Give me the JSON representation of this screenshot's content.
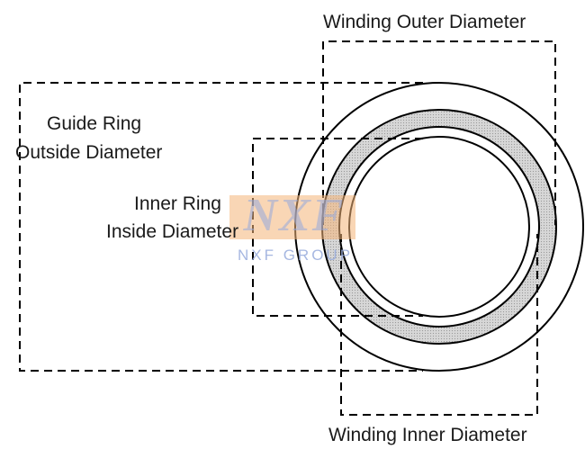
{
  "labels": {
    "winding_outer": "Winding Outer Diameter",
    "guide_ring_line1": "Guide Ring",
    "guide_ring_line2": "Outside Diameter",
    "inner_ring_line1": "Inner Ring",
    "inner_ring_line2": "Inside Diameter",
    "winding_inner": "Winding Inner Diameter"
  },
  "watermark": {
    "logo": "NXF",
    "subtitle": "NXF GROUP"
  },
  "colors": {
    "line": "#000000",
    "winding_fill": "#d7d7d7",
    "watermark_box": "#f4b478",
    "watermark_text": "#96aadc"
  }
}
